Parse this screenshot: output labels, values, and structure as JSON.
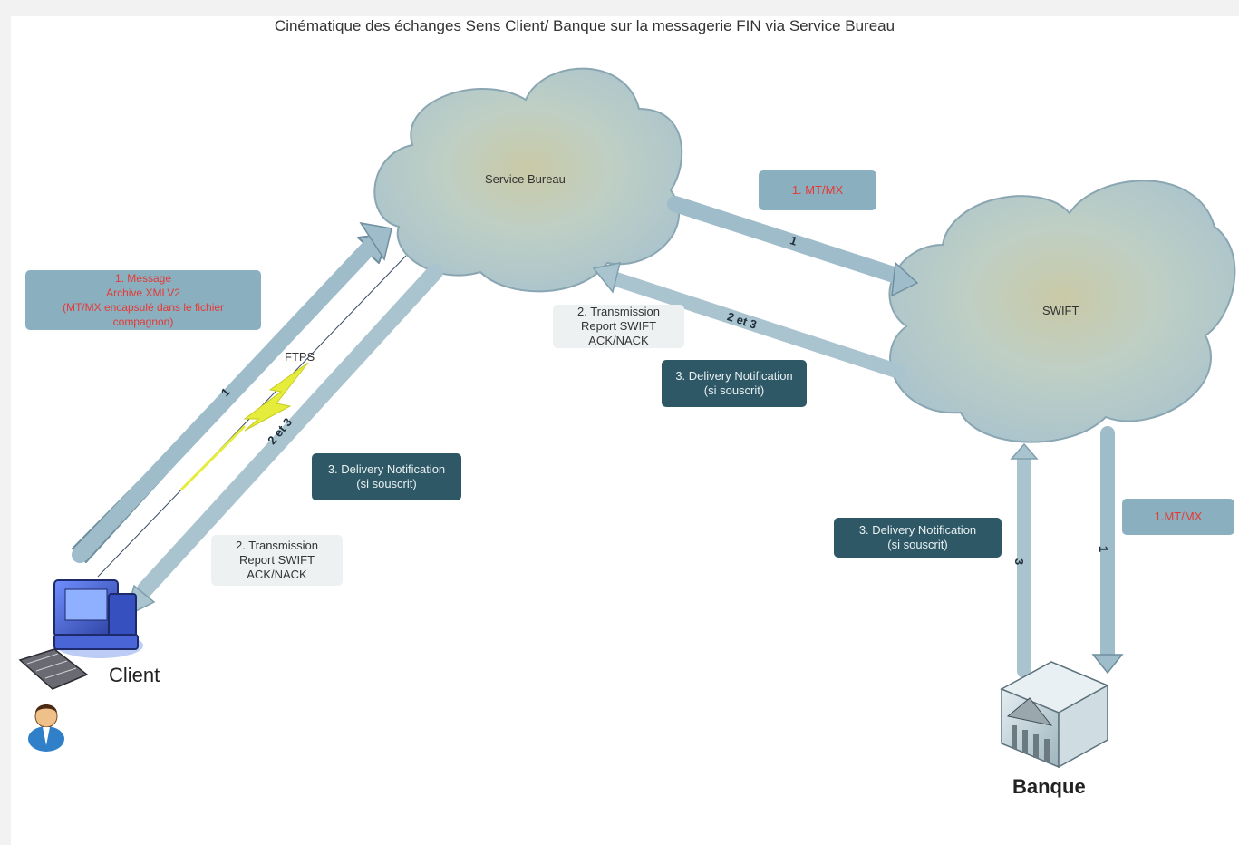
{
  "title": "Cinématique des échanges Sens Client/ Banque sur la messagerie FIN via Service Bureau",
  "clouds": {
    "service_bureau": "Service Bureau",
    "swift": "SWIFT"
  },
  "nodes": {
    "client": "Client",
    "banque": "Banque"
  },
  "channel_label": "FTPS",
  "arrow_labels": {
    "client_to_sb": "1",
    "sb_to_client": "2 et 3",
    "sb_to_swift": "1",
    "swift_to_sb": "2 et 3",
    "banque_to_swift": "3",
    "swift_to_banque": "1"
  },
  "boxes": {
    "client_message": [
      "1. Message",
      "Archive XMLV2",
      "(MT/MX encapsulé dans le fichier",
      "compagnon)"
    ],
    "sb_mtmx": [
      "1. MT/MX"
    ],
    "swift_banque_mtmx": [
      "1.MT/MX"
    ],
    "transmission_left": [
      "2.  Transmission",
      "Report SWIFT",
      "ACK/NACK"
    ],
    "transmission_top": [
      "2.  Transmission",
      "Report SWIFT",
      "ACK/NACK"
    ],
    "delivery_left": [
      "3. Delivery Notification",
      "(si souscrit)"
    ],
    "delivery_mid": [
      "3. Delivery Notification",
      "(si souscrit)"
    ],
    "delivery_right": [
      "3. Delivery Notification",
      "(si souscrit)"
    ]
  },
  "colors": {
    "arrow_fill": "#9fbccb",
    "arrow_stroke": "#6f8f9f",
    "cloud_fill": "#b4ccd4",
    "red_text": "#e53935",
    "dark_box": "#2f5866",
    "lightning": "#e6ec3c"
  }
}
